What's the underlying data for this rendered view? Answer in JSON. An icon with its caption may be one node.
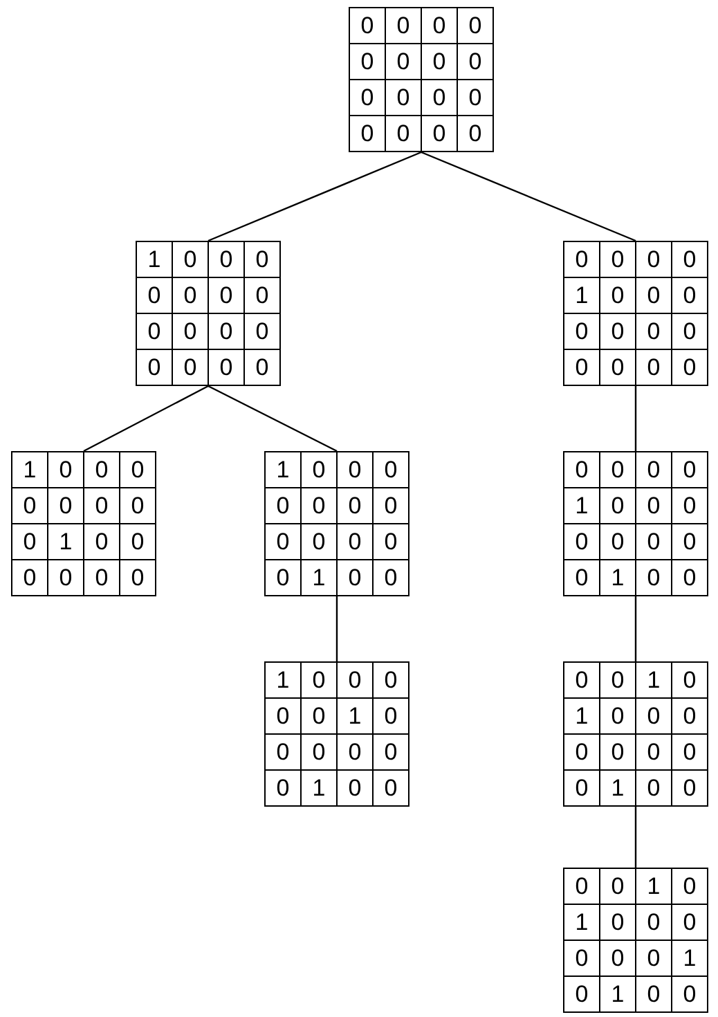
{
  "diagram": {
    "nodes": [
      {
        "text": [
          "0",
          "0",
          "0",
          "0",
          "0",
          "0",
          "0",
          "0",
          "0",
          "0",
          "0",
          "0",
          "0",
          "0",
          "0",
          "0"
        ]
      },
      {
        "text": [
          "1",
          "0",
          "0",
          "0",
          "0",
          "0",
          "0",
          "0",
          "0",
          "0",
          "0",
          "0",
          "0",
          "0",
          "0",
          "0"
        ]
      },
      {
        "text": [
          "0",
          "0",
          "0",
          "0",
          "1",
          "0",
          "0",
          "0",
          "0",
          "0",
          "0",
          "0",
          "0",
          "0",
          "0",
          "0"
        ]
      },
      {
        "text": [
          "1",
          "0",
          "0",
          "0",
          "0",
          "0",
          "0",
          "0",
          "0",
          "1",
          "0",
          "0",
          "0",
          "0",
          "0",
          "0"
        ]
      },
      {
        "text": [
          "1",
          "0",
          "0",
          "0",
          "0",
          "0",
          "0",
          "0",
          "0",
          "0",
          "0",
          "0",
          "0",
          "1",
          "0",
          "0"
        ]
      },
      {
        "text": [
          "0",
          "0",
          "0",
          "0",
          "1",
          "0",
          "0",
          "0",
          "0",
          "0",
          "0",
          "0",
          "0",
          "1",
          "0",
          "0"
        ]
      },
      {
        "text": [
          "1",
          "0",
          "0",
          "0",
          "0",
          "0",
          "1",
          "0",
          "0",
          "0",
          "0",
          "0",
          "0",
          "1",
          "0",
          "0"
        ]
      },
      {
        "text": [
          "0",
          "0",
          "1",
          "0",
          "1",
          "0",
          "0",
          "0",
          "0",
          "0",
          "0",
          "0",
          "0",
          "1",
          "0",
          "0"
        ]
      },
      {
        "text": [
          "0",
          "0",
          "1",
          "0",
          "1",
          "0",
          "0",
          "0",
          "0",
          "0",
          "0",
          "1",
          "0",
          "1",
          "0",
          "0"
        ]
      }
    ],
    "edges": [
      {
        "from": 0,
        "to": 1,
        "arrow": "none"
      },
      {
        "from": 0,
        "to": 2,
        "arrow": "none"
      },
      {
        "from": 1,
        "to": 3,
        "arrow": "none"
      },
      {
        "from": 1,
        "to": 4,
        "arrow": "none"
      },
      {
        "from": 2,
        "to": 5,
        "arrow": "none"
      },
      {
        "from": 4,
        "to": 6,
        "arrow": "none"
      },
      {
        "from": 5,
        "to": 7,
        "arrow": "none"
      },
      {
        "from": 7,
        "to": 8,
        "arrow": "none"
      }
    ]
  }
}
